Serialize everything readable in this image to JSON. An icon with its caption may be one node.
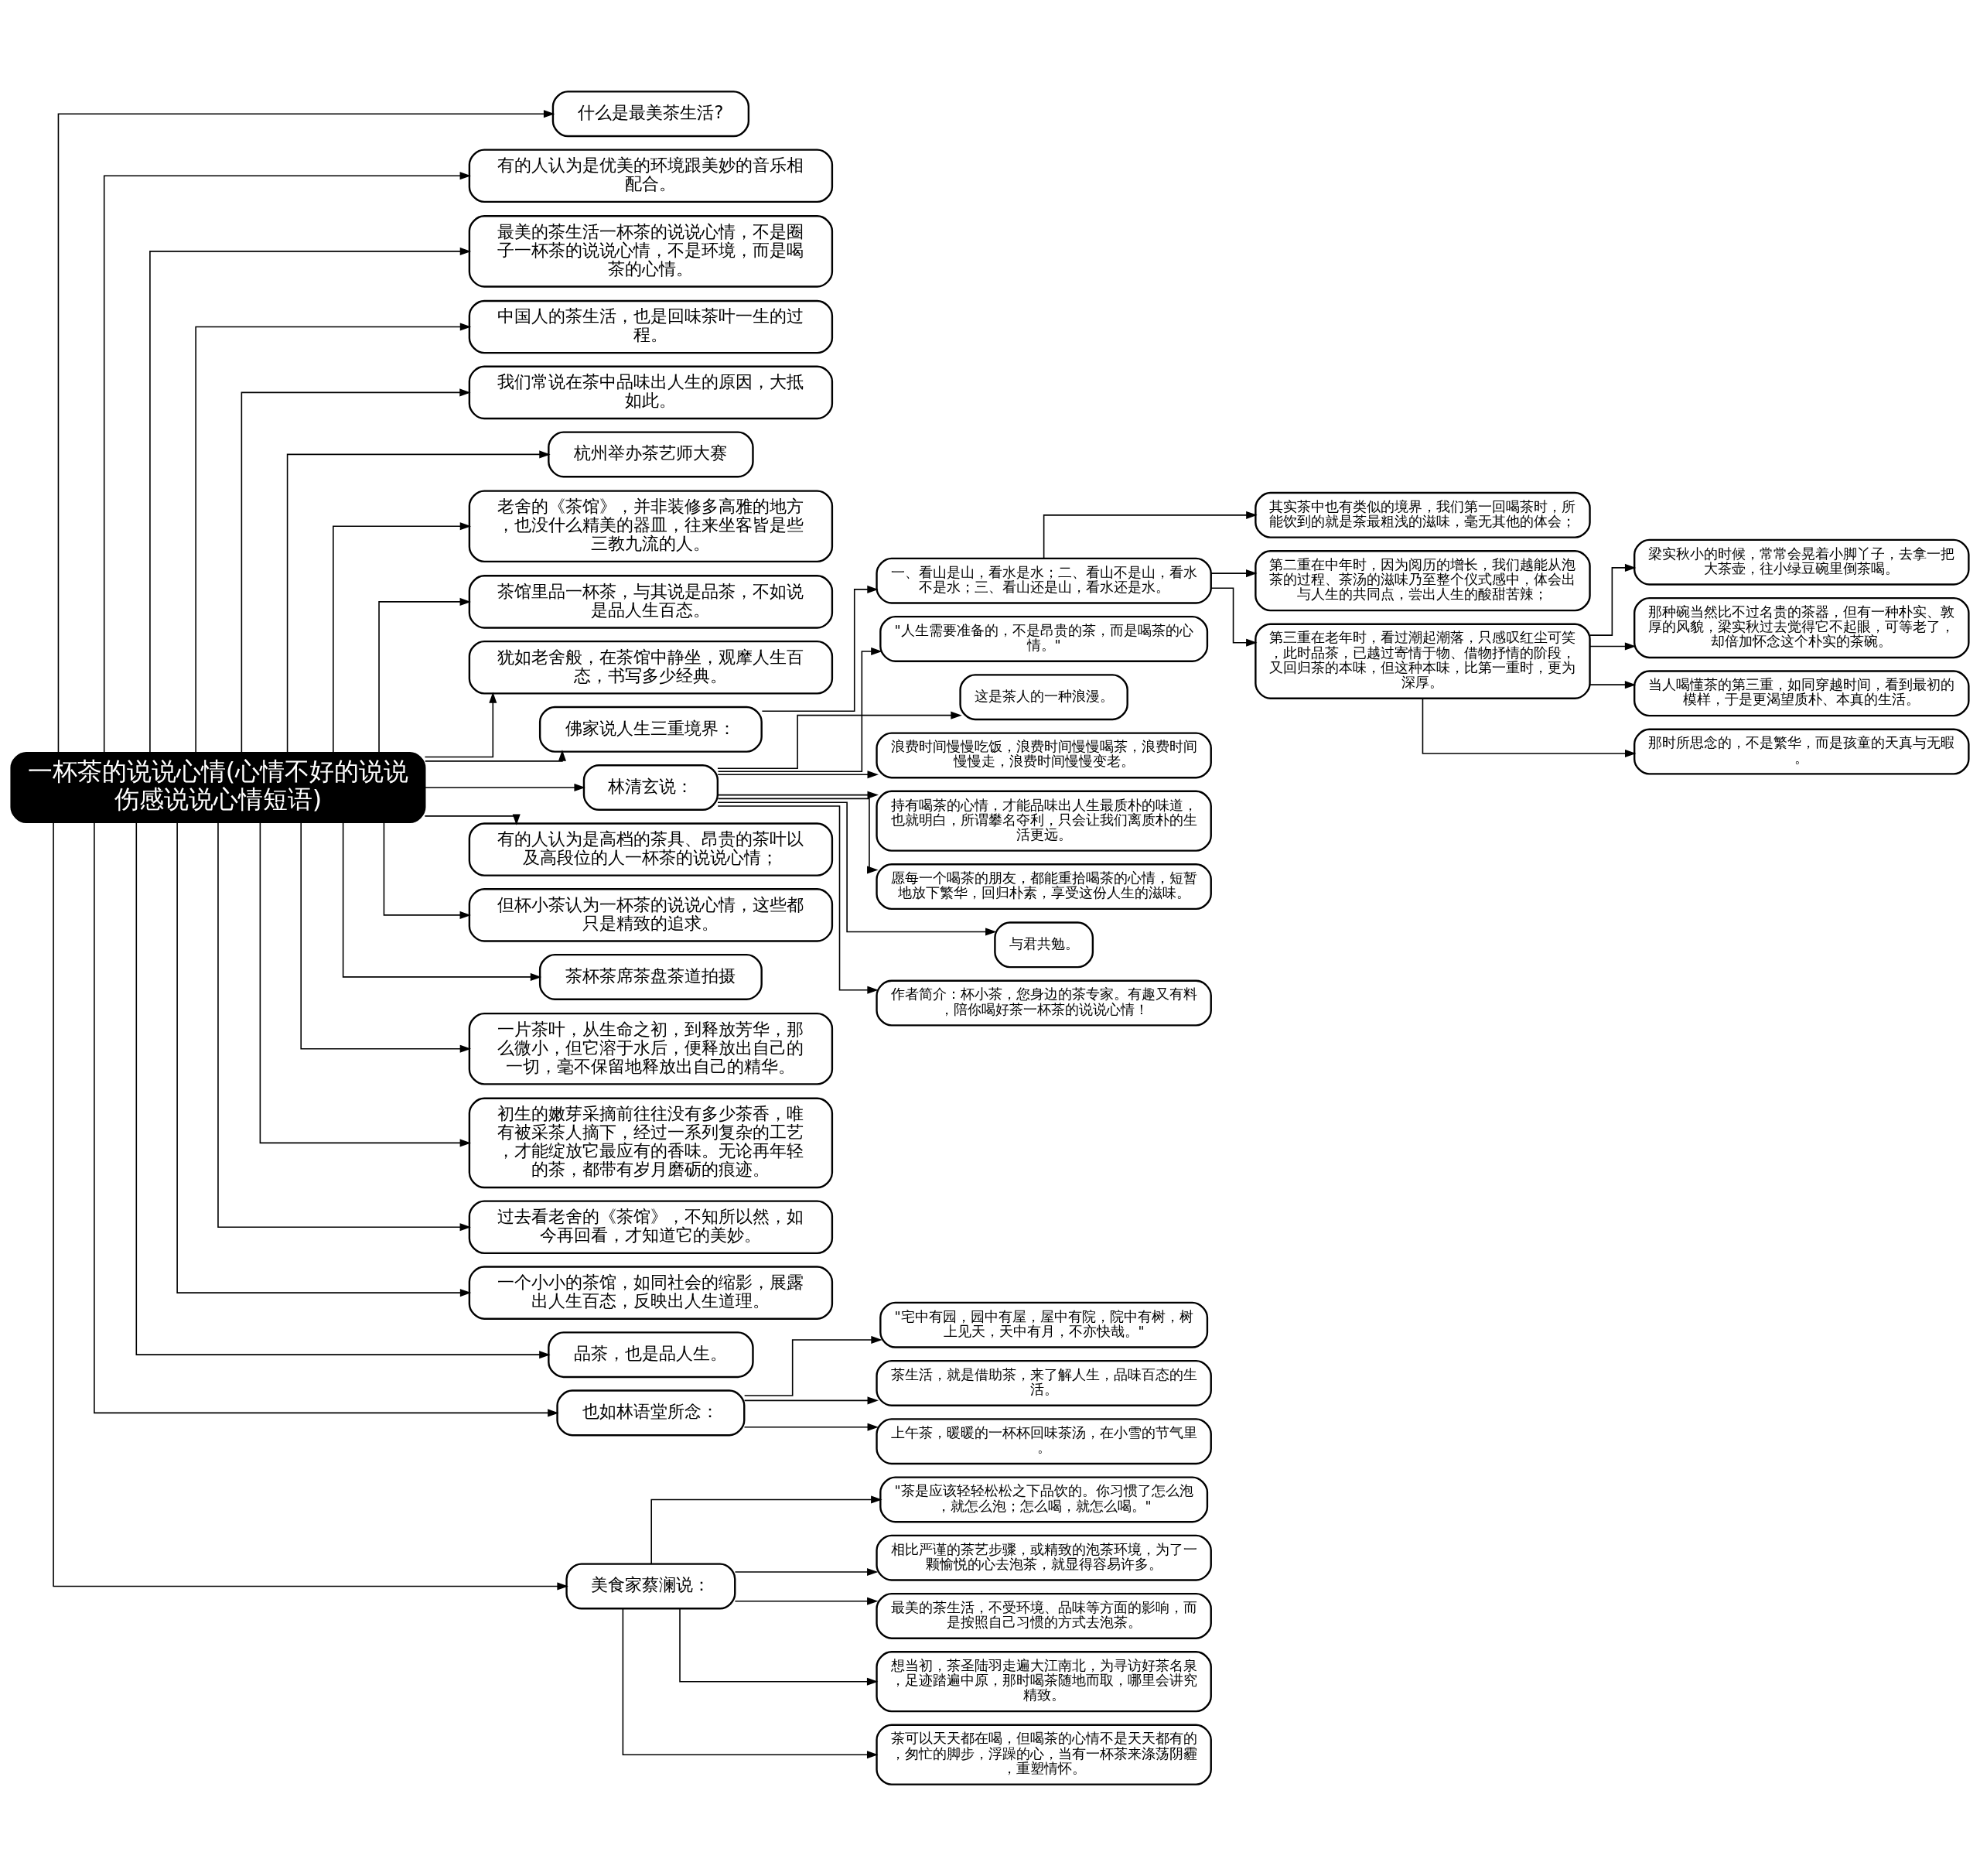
{
  "diagram": {
    "nodes": [
      {
        "text": [
          "一杯茶的说说心情(心情不好的说说伤感说说心情短语)"
        ]
      },
      {
        "text": [
          "什么是最美茶生活?"
        ]
      },
      {
        "text": [
          "有的人认为是优美的环境跟美妙的音乐相配合。"
        ]
      },
      {
        "text": [
          "最美的茶生活一杯茶的说说心情，不是圈子一杯茶的说说心情，不是环境，而是喝茶的心情。"
        ]
      },
      {
        "text": [
          "中国人的茶生活，也是回味茶叶一生的过程。"
        ]
      },
      {
        "text": [
          "我们常说在茶中品味出人生的原因，大抵如此。"
        ]
      },
      {
        "text": [
          "杭州举办茶艺师大赛"
        ]
      },
      {
        "text": [
          "老舍的《茶馆》，并非装修多高雅的地方，也没什么精美的器皿，往来坐客皆是些三教九流的人。"
        ]
      },
      {
        "text": [
          "茶馆里品一杯茶，与其说是品茶，不如说是品人生百态。"
        ]
      },
      {
        "text": [
          "犹如老舍般，在茶馆中静坐，观摩人生百态，书写多少经典。"
        ]
      },
      {
        "text": [
          "佛家说人生三重境界："
        ]
      },
      {
        "text": [
          "一、看山是山，看水是水；二、看山不是山，看水不是水；三、看山还是山，看水还是水。"
        ]
      },
      {
        "text": [
          "其实茶中也有类似的境界，我们第一回喝茶时，所能饮到的就是茶最粗浅的滋味，毫无其他的体会；"
        ]
      },
      {
        "text": [
          "第二重在中年时，因为阅历的增长，我们越能从泡茶的过程、茶汤的滋味乃至整个仪式感中，体会出与人生的共同点，尝出人生的酸甜苦辣；"
        ]
      },
      {
        "text": [
          "第三重在老年时，看过潮起潮落，只感叹红尘可笑，此时品茶，已越过寄情于物、借物抒情的阶段，又回归茶的本味，但这种本味，比第一重时，更为深厚。"
        ]
      },
      {
        "text": [
          "梁实秋小的时候，常常会晃着小脚丫子，去拿一把大茶壶，往小绿豆碗里倒茶喝。"
        ]
      },
      {
        "text": [
          "那种碗当然比不过名贵的茶器，但有一种朴实、敦厚的风貌，梁实秋过去觉得它不起眼，可等老了，却倍加怀念这个朴实的茶碗。"
        ]
      },
      {
        "text": [
          "当人喝懂茶的第三重，如同穿越时间，看到最初的模样，于是更渴望质朴、本真的生活。"
        ]
      },
      {
        "text": [
          "那时所思念的，不是繁华，而是孩童的天真与无暇。"
        ]
      },
      {
        "text": [
          "林清玄说："
        ]
      },
      {
        "text": [
          "\"人生需要准备的，不是昂贵的茶，而是喝茶的心情。\""
        ]
      },
      {
        "text": [
          "这是茶人的一种浪漫。"
        ]
      },
      {
        "text": [
          "浪费时间慢慢吃饭，浪费时间慢慢喝茶，浪费时间慢慢走，浪费时间慢慢变老。"
        ]
      },
      {
        "text": [
          "持有喝茶的心情，才能品味出人生最质朴的味道，也就明白，所谓攀名夺利，只会让我们离质朴的生活更远。"
        ]
      },
      {
        "text": [
          "愿每一个喝茶的朋友，都能重拾喝茶的心情，短暂地放下繁华，回归朴素，享受这份人生的滋味。"
        ]
      },
      {
        "text": [
          "与君共勉。"
        ]
      },
      {
        "text": [
          "作者简介：杯小茶，您身边的茶专家。有趣又有料，陪你喝好茶一杯茶的说说心情！"
        ]
      },
      {
        "text": [
          "有的人认为是高档的茶具、昂贵的茶叶以及高段位的人一杯茶的说说心情；"
        ]
      },
      {
        "text": [
          "但杯小茶认为一杯茶的说说心情，这些都只是精致的追求。"
        ]
      },
      {
        "text": [
          "茶杯茶席茶盘茶道拍摄"
        ]
      },
      {
        "text": [
          "一片茶叶，从生命之初，到释放芳华，那么微小，但它溶于水后，便释放出自己的一切，毫不保留地释放出自己的精华。"
        ]
      },
      {
        "text": [
          "初生的嫩芽采摘前往往没有多少茶香，唯有被采茶人摘下，经过一系列复杂的工艺，才能绽放它最应有的香味。无论再年轻的茶，都带有岁月磨砺的痕迹。"
        ]
      },
      {
        "text": [
          "过去看老舍的《茶馆》，不知所以然，如今再回看，才知道它的美妙。"
        ]
      },
      {
        "text": [
          "一个小小的茶馆，如同社会的缩影，展露出人生百态，反映出人生道理。"
        ]
      },
      {
        "text": [
          "品茶，也是品人生。"
        ]
      },
      {
        "text": [
          "也如林语堂所念："
        ]
      },
      {
        "text": [
          "\"宅中有园，园中有屋，屋中有院，院中有树，树上见天，天中有月，不亦快哉。\""
        ]
      },
      {
        "text": [
          "茶生活，就是借助茶，来了解人生，品味百态的生活。"
        ]
      },
      {
        "text": [
          "上午茶，暖暖的一杯杯回味茶汤，在小雪的节气里。"
        ]
      },
      {
        "text": [
          "美食家蔡澜说："
        ]
      },
      {
        "text": [
          "\"茶是应该轻轻松松之下品饮的。你习惯了怎么泡，就怎么泡；怎么喝，就怎么喝。\""
        ]
      },
      {
        "text": [
          "相比严谨的茶艺步骤，或精致的泡茶环境，为了一颗愉悦的心去泡茶，就显得容易许多。"
        ]
      },
      {
        "text": [
          "最美的茶生活，不受环境、品味等方面的影响，而是按照自己习惯的方式去泡茶。"
        ]
      },
      {
        "text": [
          "想当初，茶圣陆羽走遍大江南北，为寻访好茶名泉，足迹踏遍中原，那时喝茶随地而取，哪里会讲究精致。"
        ]
      },
      {
        "text": [
          "茶可以天天都在喝，但喝茶的心情不是天天都有的，匆忙的脚步，浮躁的心，当有一杯茶来涤荡阴霾，重塑情怀。"
        ]
      }
    ],
    "edges": [
      {
        "from": 0,
        "to": 1,
        "arrow": "to"
      },
      {
        "from": 0,
        "to": 2,
        "arrow": "to"
      },
      {
        "from": 0,
        "to": 3,
        "arrow": "to"
      },
      {
        "from": 0,
        "to": 4,
        "arrow": "to"
      },
      {
        "from": 0,
        "to": 5,
        "arrow": "to"
      },
      {
        "from": 0,
        "to": 6,
        "arrow": "to"
      },
      {
        "from": 0,
        "to": 7,
        "arrow": "to"
      },
      {
        "from": 0,
        "to": 8,
        "arrow": "to"
      },
      {
        "from": 0,
        "to": 9,
        "arrow": "to"
      },
      {
        "from": 0,
        "to": 10,
        "arrow": "to"
      },
      {
        "from": 10,
        "to": 11,
        "arrow": "to"
      },
      {
        "from": 11,
        "to": 12,
        "arrow": "to"
      },
      {
        "from": 11,
        "to": 13,
        "arrow": "to"
      },
      {
        "from": 11,
        "to": 14,
        "arrow": "to"
      },
      {
        "from": 14,
        "to": 15,
        "arrow": "to"
      },
      {
        "from": 14,
        "to": 16,
        "arrow": "to"
      },
      {
        "from": 14,
        "to": 17,
        "arrow": "to"
      },
      {
        "from": 14,
        "to": 18,
        "arrow": "to"
      },
      {
        "from": 0,
        "to": 19,
        "arrow": "to"
      },
      {
        "from": 19,
        "to": 20,
        "arrow": "to"
      },
      {
        "from": 19,
        "to": 21,
        "arrow": "to"
      },
      {
        "from": 19,
        "to": 22,
        "arrow": "to"
      },
      {
        "from": 19,
        "to": 23,
        "arrow": "to"
      },
      {
        "from": 19,
        "to": 24,
        "arrow": "to"
      },
      {
        "from": 19,
        "to": 25,
        "arrow": "to"
      },
      {
        "from": 19,
        "to": 26,
        "arrow": "to"
      },
      {
        "from": 0,
        "to": 27,
        "arrow": "to"
      },
      {
        "from": 0,
        "to": 28,
        "arrow": "to"
      },
      {
        "from": 0,
        "to": 29,
        "arrow": "to"
      },
      {
        "from": 0,
        "to": 30,
        "arrow": "to"
      },
      {
        "from": 0,
        "to": 31,
        "arrow": "to"
      },
      {
        "from": 0,
        "to": 32,
        "arrow": "to"
      },
      {
        "from": 0,
        "to": 33,
        "arrow": "to"
      },
      {
        "from": 0,
        "to": 34,
        "arrow": "to"
      },
      {
        "from": 0,
        "to": 35,
        "arrow": "to"
      },
      {
        "from": 35,
        "to": 36,
        "arrow": "to"
      },
      {
        "from": 35,
        "to": 37,
        "arrow": "to"
      },
      {
        "from": 35,
        "to": 38,
        "arrow": "to"
      },
      {
        "from": 0,
        "to": 39,
        "arrow": "to"
      },
      {
        "from": 39,
        "to": 40,
        "arrow": "to"
      },
      {
        "from": 39,
        "to": 41,
        "arrow": "to"
      },
      {
        "from": 39,
        "to": 42,
        "arrow": "to"
      },
      {
        "from": 39,
        "to": 43,
        "arrow": "to"
      },
      {
        "from": 39,
        "to": 44,
        "arrow": "to"
      }
    ]
  }
}
